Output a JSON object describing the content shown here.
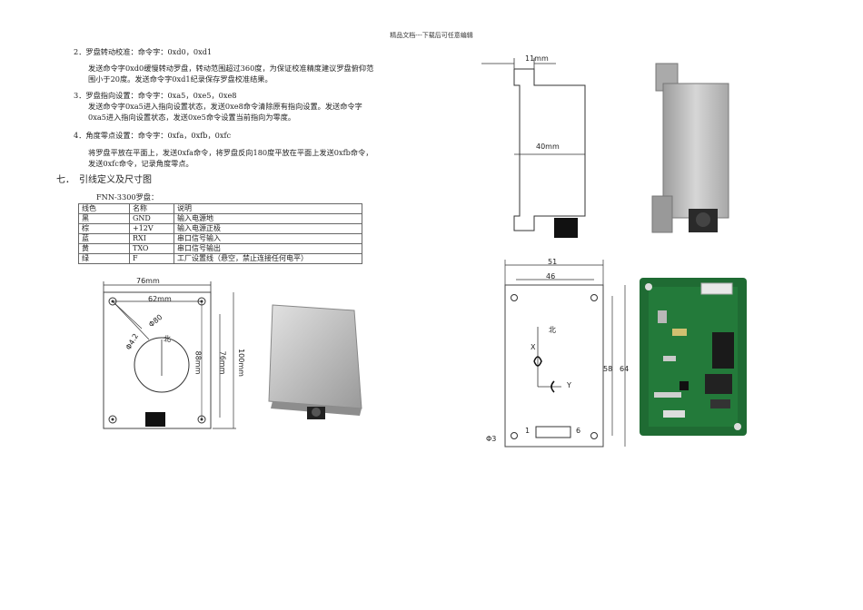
{
  "header": "精品文档---下载后可任意编辑",
  "items": [
    {
      "head": "2．罗盘转动校准：命令字：0xd0，0xd1",
      "lines": [
        "发送命令字0xd0缓慢转动罗盘，转动范围超过360度，为保证校准精度建议罗盘俯仰范",
        "围小于20度。发送命令字0xd1纪录保存罗盘校准结果。"
      ]
    },
    {
      "head": "3．罗盘指向设置：命令字：0xa5，0xe5，0xe8",
      "lines": [
        "发送命令字0xa5进入指向设置状态，发送0xe8命令清除原有指向设置。发送命令字",
        "0xa5进入指向设置状态，发送0xe5命令设置当前指向为零度。"
      ]
    },
    {
      "head": "4．角度零点设置：命令字：0xfa，0xfb，0xfc",
      "lines": [
        "将罗盘平放在平面上，发送0xfa命令，将罗盘反向180度平放在平面上发送0xfb命令，",
        "发送0xfc命令，记录角度零点。"
      ]
    }
  ],
  "section_title": "七．　引线定义及尺寸图",
  "table_caption": "FNN-3300罗盘：",
  "table": {
    "headers": [
      "线色",
      "名称",
      "说明"
    ],
    "rows": [
      [
        "黑",
        "GND",
        "输入电源地"
      ],
      [
        "棕",
        "+12V",
        "输入电源正极"
      ],
      [
        "蓝",
        "RXI",
        "串口信号输入"
      ],
      [
        "黄",
        "TXO",
        "串口信号输出"
      ],
      [
        "绿",
        "F",
        "工厂设置线（悬空，禁止连接任何电平）"
      ]
    ]
  },
  "drawing_left": {
    "w_outer": "76mm",
    "w_inner": "62mm",
    "d_big": "Φ80",
    "d_small": "Φ4.2",
    "north": "北",
    "h_inner": "88mm",
    "h_mid": "76mm",
    "h_outer": "100mm"
  },
  "drawing_side": {
    "top": "11mm",
    "mid": "40mm"
  },
  "drawing_board": {
    "w_outer": "51",
    "w_inner": "46",
    "h_outer": "64",
    "h_inner": "58",
    "north": "北",
    "axis_x": "X",
    "axis_y": "Y",
    "pin1": "1",
    "pin6": "6",
    "hole": "Φ3"
  }
}
